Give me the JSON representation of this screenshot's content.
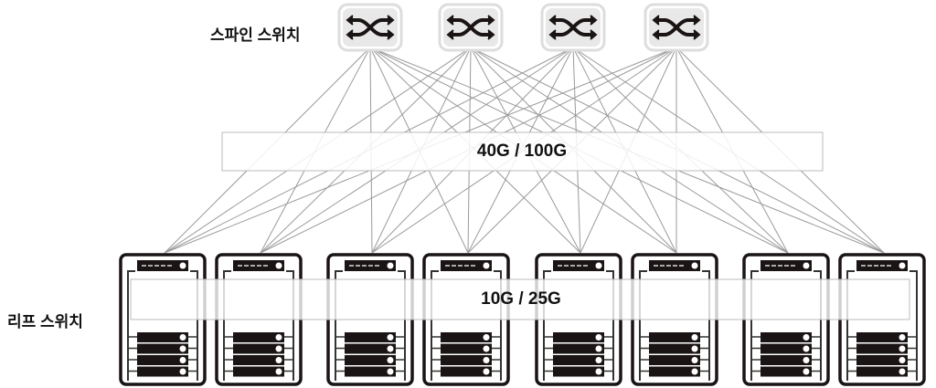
{
  "labels": {
    "spine": "스파인 스위치",
    "leaf": "리프 스위치"
  },
  "bands": {
    "uplink": "40G / 100G",
    "downlink": "10G / 25G"
  },
  "spine_switch_count": 4,
  "leaf_switch_count": 8,
  "colors": {
    "line": "#9a9a9a",
    "dark": "#1a1414",
    "switch_bg": "#e8e8e8"
  }
}
